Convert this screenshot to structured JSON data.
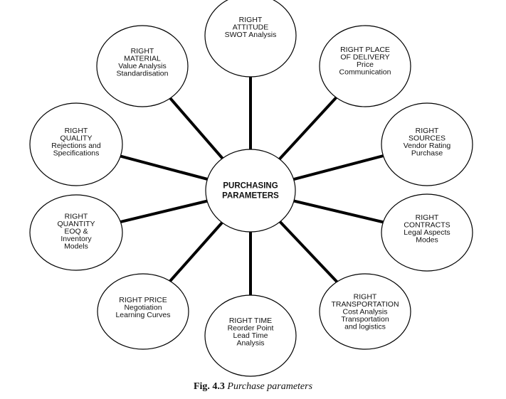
{
  "diagram": {
    "center": {
      "id": "purchasing-parameters",
      "lines": [
        "PURCHASING",
        "PARAMETERS"
      ]
    },
    "nodes": [
      {
        "id": "right-attitude",
        "lines": [
          "RIGHT",
          "ATTITUDE",
          "SWOT Analysis"
        ]
      },
      {
        "id": "right-place-of-delivery",
        "lines": [
          "RIGHT PLACE",
          "OF DELIVERY",
          "Price",
          "Communication"
        ]
      },
      {
        "id": "right-sources",
        "lines": [
          "RIGHT",
          "SOURCES",
          "Vendor Rating",
          "Purchase"
        ]
      },
      {
        "id": "right-contracts",
        "lines": [
          "RIGHT",
          "CONTRACTS",
          "Legal Aspects",
          "Modes"
        ]
      },
      {
        "id": "right-transportation",
        "lines": [
          "RIGHT",
          "TRANSPORTATION",
          "Cost Analysis",
          "Transportation",
          "and logistics"
        ]
      },
      {
        "id": "right-time",
        "lines": [
          "RIGHT TIME",
          "Reorder Point",
          "Lead Time",
          "Analysis"
        ]
      },
      {
        "id": "right-price",
        "lines": [
          "RIGHT PRICE",
          "Negotiation",
          "Learning Curves"
        ]
      },
      {
        "id": "right-quantity",
        "lines": [
          "RIGHT",
          "QUANTITY",
          "EOQ &",
          "Inventory",
          "Models"
        ]
      },
      {
        "id": "right-quality",
        "lines": [
          "RIGHT",
          "QUALITY",
          "Rejections and",
          "Specifications"
        ]
      },
      {
        "id": "right-material",
        "lines": [
          "RIGHT",
          "MATERIAL",
          "Value Analysis",
          "Standardisation"
        ]
      }
    ],
    "edges": [
      [
        "purchasing-parameters",
        "right-attitude"
      ],
      [
        "purchasing-parameters",
        "right-place-of-delivery"
      ],
      [
        "purchasing-parameters",
        "right-sources"
      ],
      [
        "purchasing-parameters",
        "right-contracts"
      ],
      [
        "purchasing-parameters",
        "right-transportation"
      ],
      [
        "purchasing-parameters",
        "right-time"
      ],
      [
        "purchasing-parameters",
        "right-price"
      ],
      [
        "purchasing-parameters",
        "right-quantity"
      ],
      [
        "purchasing-parameters",
        "right-quality"
      ],
      [
        "purchasing-parameters",
        "right-material"
      ]
    ],
    "colors": {
      "stroke": "#000000",
      "fill": "#ffffff",
      "text": "#111111"
    }
  },
  "caption": {
    "number": "Fig. 4.3",
    "title": "Purchase parameters"
  }
}
